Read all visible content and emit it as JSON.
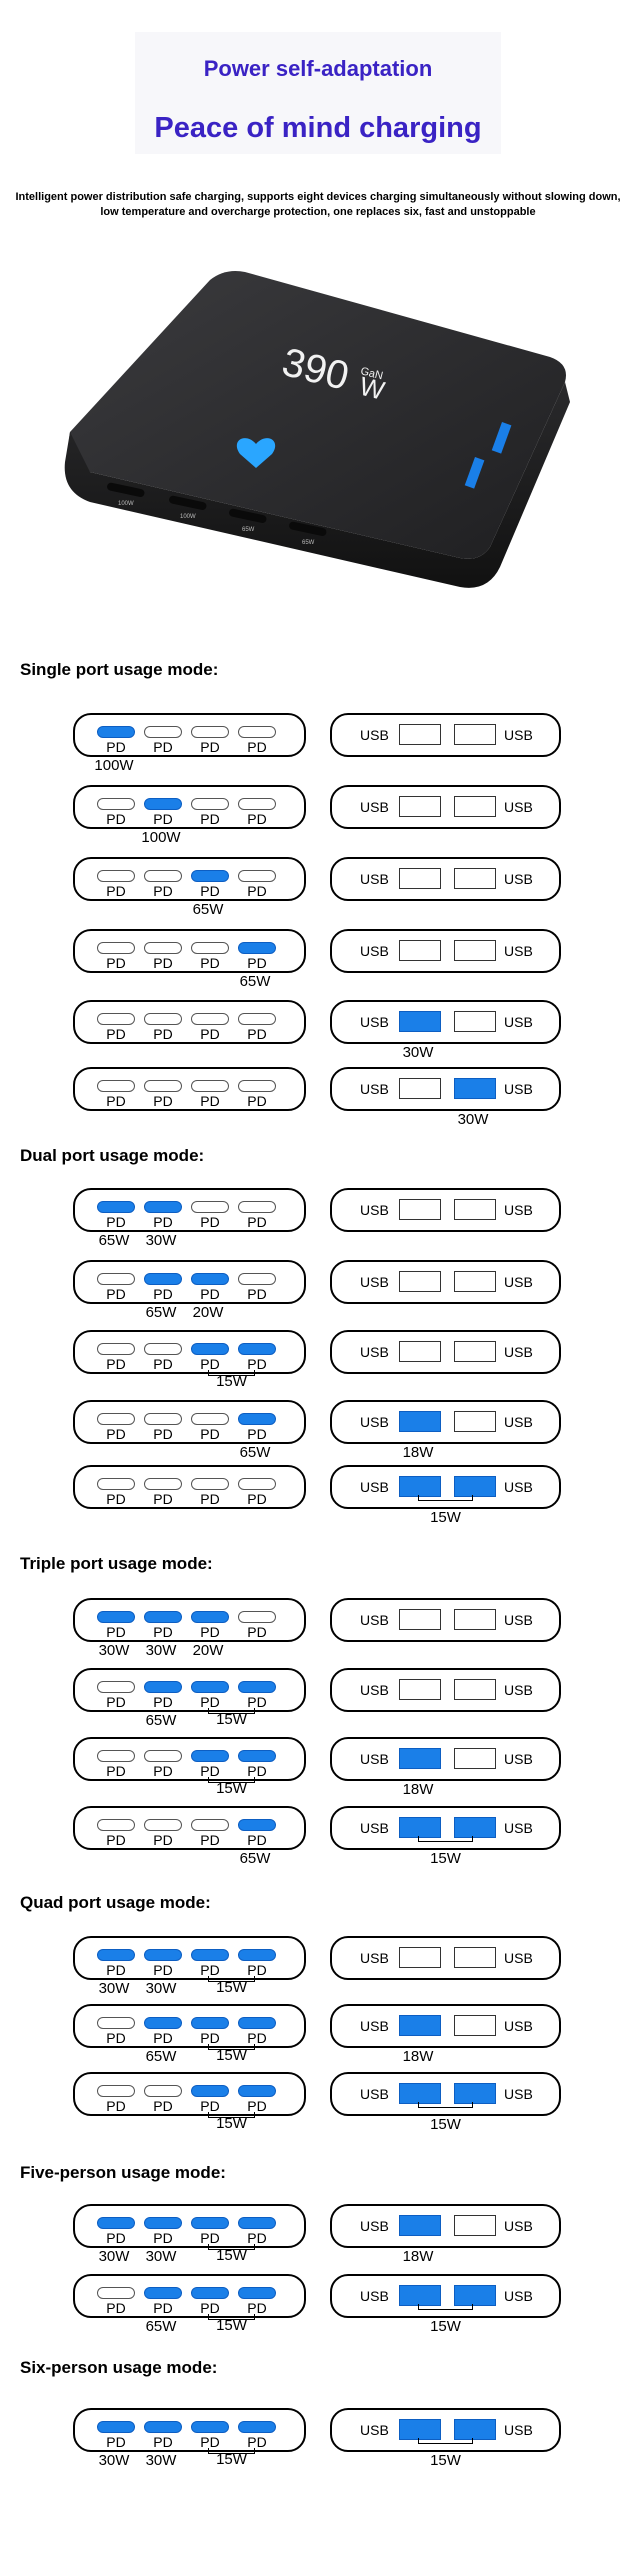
{
  "hero": {
    "line1": "Power self-adaptation",
    "line2": "Peace of mind charging",
    "description": "Intelligent power distribution safe charging, supports eight devices charging simultaneously without slowing down, low temperature and overcharge protection, one replaces six, fast and unstoppable"
  },
  "product": {
    "model_text": "390",
    "unit_text": "W",
    "gan_text": "GaN",
    "port_labels": [
      "100W",
      "100W",
      "65W",
      "65W"
    ],
    "body_color": "#2b2b2d",
    "heart_color": "#2aa6ff"
  },
  "colors": {
    "active_port": "#1a7fe8",
    "heading": "#3a23c4"
  },
  "pd_label": "PD",
  "usb_label": "USB",
  "sections": [
    {
      "title": "Single port usage mode:",
      "rows": [
        {
          "pd": [
            1,
            0,
            0,
            0
          ],
          "usb": [
            0,
            0
          ],
          "pd_labels": [
            {
              "pos": 0,
              "text": "100W"
            }
          ],
          "usb_labels": []
        },
        {
          "pd": [
            0,
            1,
            0,
            0
          ],
          "usb": [
            0,
            0
          ],
          "pd_labels": [
            {
              "pos": 1,
              "text": "100W"
            }
          ],
          "usb_labels": []
        },
        {
          "pd": [
            0,
            0,
            1,
            0
          ],
          "usb": [
            0,
            0
          ],
          "pd_labels": [
            {
              "pos": 2,
              "text": "65W"
            }
          ],
          "usb_labels": []
        },
        {
          "pd": [
            0,
            0,
            0,
            1
          ],
          "usb": [
            0,
            0
          ],
          "pd_labels": [
            {
              "pos": 3,
              "text": "65W"
            }
          ],
          "usb_labels": []
        },
        {
          "pd": [
            0,
            0,
            0,
            0
          ],
          "usb": [
            1,
            0
          ],
          "pd_labels": [],
          "usb_labels": [
            {
              "pos": 0,
              "text": "30W"
            }
          ]
        },
        {
          "pd": [
            0,
            0,
            0,
            0
          ],
          "usb": [
            0,
            1
          ],
          "pd_labels": [],
          "usb_labels": [
            {
              "pos": 1,
              "text": "30W"
            }
          ]
        }
      ]
    },
    {
      "title": "Dual port usage mode:",
      "rows": [
        {
          "pd": [
            1,
            1,
            0,
            0
          ],
          "usb": [
            0,
            0
          ],
          "pd_labels": [
            {
              "pos": 0,
              "text": "65W"
            },
            {
              "pos": 1,
              "text": "30W"
            }
          ],
          "usb_labels": []
        },
        {
          "pd": [
            0,
            1,
            1,
            0
          ],
          "usb": [
            0,
            0
          ],
          "pd_labels": [
            {
              "pos": 1,
              "text": "65W"
            },
            {
              "pos": 2,
              "text": "20W"
            }
          ],
          "usb_labels": []
        },
        {
          "pd": [
            0,
            0,
            1,
            1
          ],
          "usb": [
            0,
            0
          ],
          "pd_labels": [
            {
              "pos": "23",
              "text": "15W"
            }
          ],
          "usb_labels": []
        },
        {
          "pd": [
            0,
            0,
            0,
            1
          ],
          "usb": [
            1,
            0
          ],
          "pd_labels": [
            {
              "pos": 3,
              "text": "65W"
            }
          ],
          "usb_labels": [
            {
              "pos": 0,
              "text": "18W"
            }
          ]
        },
        {
          "pd": [
            0,
            0,
            0,
            0
          ],
          "usb": [
            1,
            1
          ],
          "pd_labels": [],
          "usb_labels": [
            {
              "pos": "01",
              "text": "15W"
            }
          ]
        }
      ]
    },
    {
      "title": "Triple port usage mode:",
      "rows": [
        {
          "pd": [
            1,
            1,
            1,
            0
          ],
          "usb": [
            0,
            0
          ],
          "pd_labels": [
            {
              "pos": 0,
              "text": "30W"
            },
            {
              "pos": 1,
              "text": "30W"
            },
            {
              "pos": 2,
              "text": "20W"
            }
          ],
          "usb_labels": []
        },
        {
          "pd": [
            0,
            1,
            1,
            1
          ],
          "usb": [
            0,
            0
          ],
          "pd_labels": [
            {
              "pos": 1,
              "text": "65W"
            },
            {
              "pos": "23",
              "text": "15W"
            }
          ],
          "usb_labels": []
        },
        {
          "pd": [
            0,
            0,
            1,
            1
          ],
          "usb": [
            1,
            0
          ],
          "pd_labels": [
            {
              "pos": "23",
              "text": "15W"
            }
          ],
          "usb_labels": [
            {
              "pos": 0,
              "text": "18W"
            }
          ]
        },
        {
          "pd": [
            0,
            0,
            0,
            1
          ],
          "usb": [
            1,
            1
          ],
          "pd_labels": [
            {
              "pos": 3,
              "text": "65W"
            }
          ],
          "usb_labels": [
            {
              "pos": "01",
              "text": "15W"
            }
          ]
        }
      ]
    },
    {
      "title": "Quad port usage mode:",
      "rows": [
        {
          "pd": [
            1,
            1,
            1,
            1
          ],
          "usb": [
            0,
            0
          ],
          "pd_labels": [
            {
              "pos": 0,
              "text": "30W"
            },
            {
              "pos": 1,
              "text": "30W"
            },
            {
              "pos": "23",
              "text": "15W"
            }
          ],
          "usb_labels": []
        },
        {
          "pd": [
            0,
            1,
            1,
            1
          ],
          "usb": [
            1,
            0
          ],
          "pd_labels": [
            {
              "pos": 1,
              "text": "65W"
            },
            {
              "pos": "23",
              "text": "15W"
            }
          ],
          "usb_labels": [
            {
              "pos": 0,
              "text": "18W"
            }
          ]
        },
        {
          "pd": [
            0,
            0,
            1,
            1
          ],
          "usb": [
            1,
            1
          ],
          "pd_labels": [
            {
              "pos": "23",
              "text": "15W"
            }
          ],
          "usb_labels": [
            {
              "pos": "01",
              "text": "15W"
            }
          ]
        }
      ]
    },
    {
      "title": "Five-person usage mode:",
      "rows": [
        {
          "pd": [
            1,
            1,
            1,
            1
          ],
          "usb": [
            1,
            0
          ],
          "pd_labels": [
            {
              "pos": 0,
              "text": "30W"
            },
            {
              "pos": 1,
              "text": "30W"
            },
            {
              "pos": "23",
              "text": "15W"
            }
          ],
          "usb_labels": [
            {
              "pos": 0,
              "text": "18W"
            }
          ]
        },
        {
          "pd": [
            0,
            1,
            1,
            1
          ],
          "usb": [
            1,
            1
          ],
          "pd_labels": [
            {
              "pos": 1,
              "text": "65W"
            },
            {
              "pos": "23",
              "text": "15W"
            }
          ],
          "usb_labels": [
            {
              "pos": "01",
              "text": "15W"
            }
          ]
        }
      ]
    },
    {
      "title": "Six-person usage mode:",
      "rows": [
        {
          "pd": [
            1,
            1,
            1,
            1
          ],
          "usb": [
            1,
            1
          ],
          "pd_labels": [
            {
              "pos": 0,
              "text": "30W"
            },
            {
              "pos": 1,
              "text": "30W"
            },
            {
              "pos": "23",
              "text": "15W"
            }
          ],
          "usb_labels": [
            {
              "pos": "01",
              "text": "15W"
            }
          ]
        }
      ]
    }
  ]
}
